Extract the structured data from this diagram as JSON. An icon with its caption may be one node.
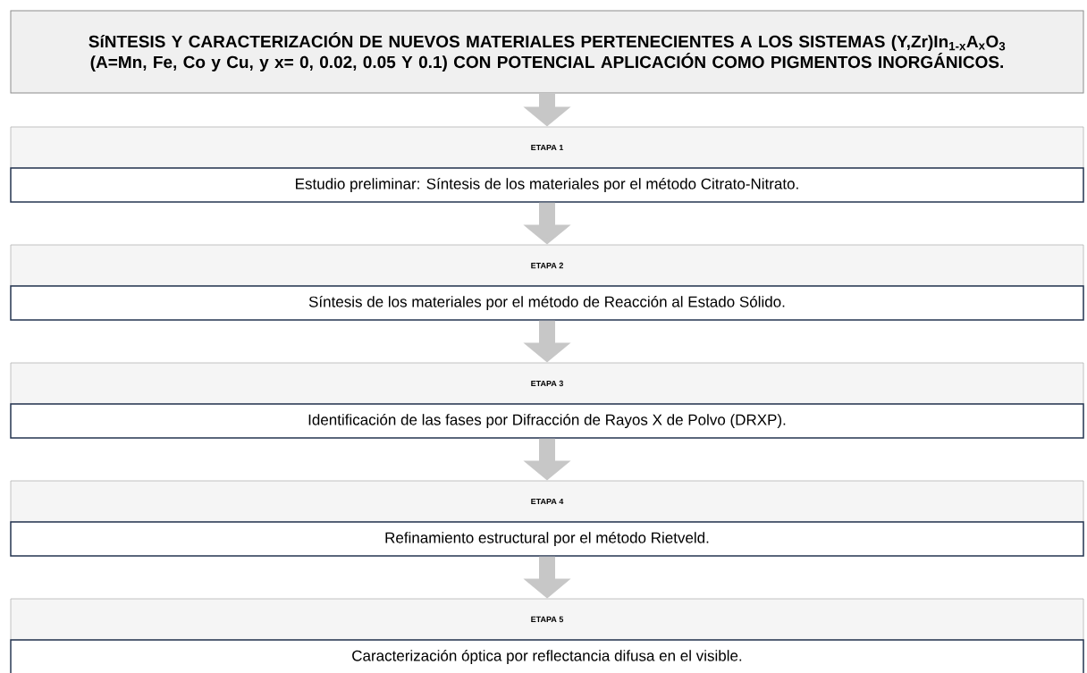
{
  "diagram": {
    "nodes": [
      {
        "text": [
          "SíNTESIS Y CARACTERIZACIÓN DE NUEVOS MATERIALES PERTENECIENTES A LOS SISTEMAS (Y,Zr)In$_{1-x}$A$_{x}$O$_{3}$ (A=Mn, Fe, Co y Cu, y x= 0, 0.02, 0.05 Y 0.1) CON POTENCIAL APLICACIÓN COMO PIGMENTOS INORGÁNICOS."
        ]
      },
      {
        "text": [
          "ETAPA 1"
        ]
      },
      {
        "text": [
          "Estudio preliminar: Síntesis de los materiales por el método Citrato-Nitrato."
        ]
      },
      {
        "text": [
          "ETAPA 2"
        ]
      },
      {
        "text": [
          "Síntesis de los materiales por el método de Reacción al Estado Sólido."
        ]
      },
      {
        "text": [
          "ETAPA 3"
        ]
      },
      {
        "text": [
          "Identificación de las fases por Difracción de Rayos X de Polvo (DRXP)."
        ]
      },
      {
        "text": [
          "ETAPA 4"
        ]
      },
      {
        "text": [
          "Refinamiento estructural por el método Rietveld."
        ]
      },
      {
        "text": [
          "ETAPA 5"
        ]
      },
      {
        "text": [
          "Caracterización óptica por reflectancia difusa en el visible."
        ]
      }
    ],
    "edges": [
      {
        "from": 0,
        "to": 1,
        "arrow": "to"
      },
      {
        "from": 2,
        "to": 3,
        "arrow": "to"
      },
      {
        "from": 4,
        "to": 5,
        "arrow": "to"
      },
      {
        "from": 6,
        "to": 7,
        "arrow": "to"
      },
      {
        "from": 8,
        "to": 9,
        "arrow": "to"
      }
    ]
  }
}
